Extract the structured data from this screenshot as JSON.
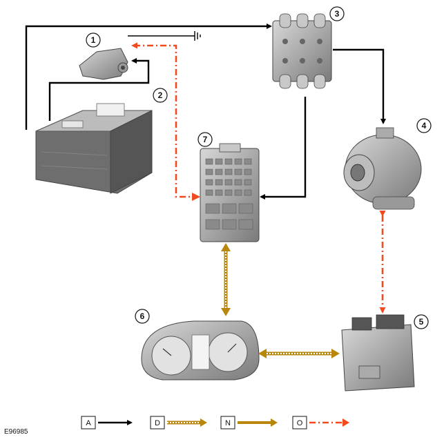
{
  "figure_ref": "E96985",
  "callouts": [
    "1",
    "2",
    "3",
    "4",
    "5",
    "6",
    "7"
  ],
  "legend": [
    {
      "key": "A",
      "style": "solid-black"
    },
    {
      "key": "D",
      "style": "dotted-gold"
    },
    {
      "key": "N",
      "style": "solid-gold"
    },
    {
      "key": "O",
      "style": "dashdot-red"
    }
  ],
  "colors": {
    "black": "#000000",
    "gold": "#b8860b",
    "red": "#f04a1e",
    "component_gray": "#9a9a9a"
  }
}
